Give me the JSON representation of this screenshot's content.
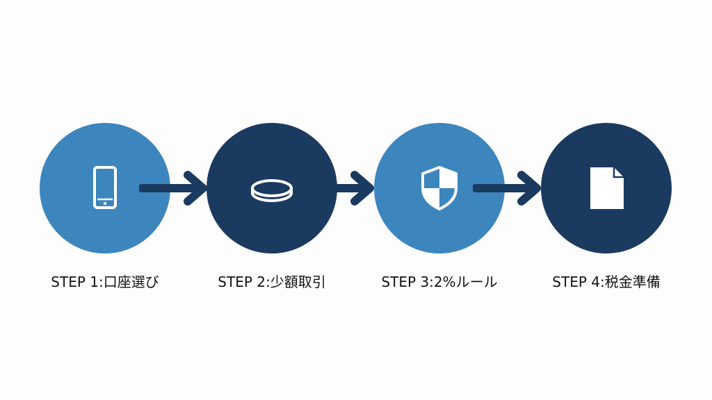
{
  "steps": [
    {
      "label": "STEP 1:口座選び",
      "icon": "smartphone-icon",
      "color": "#3c86bd"
    },
    {
      "label": "STEP 2:少額取引",
      "icon": "coin-icon",
      "color": "#1b3a60"
    },
    {
      "label": "STEP 3:2%ルール",
      "icon": "shield-icon",
      "color": "#3c86bd"
    },
    {
      "label": "STEP 4:税金準備",
      "icon": "document-icon",
      "color": "#1b3a60"
    }
  ],
  "colors": {
    "light_blue": "#3c86bd",
    "dark_navy": "#1b3a60",
    "arrow": "#1b3a60",
    "icon": "#ffffff",
    "text": "#111111"
  }
}
